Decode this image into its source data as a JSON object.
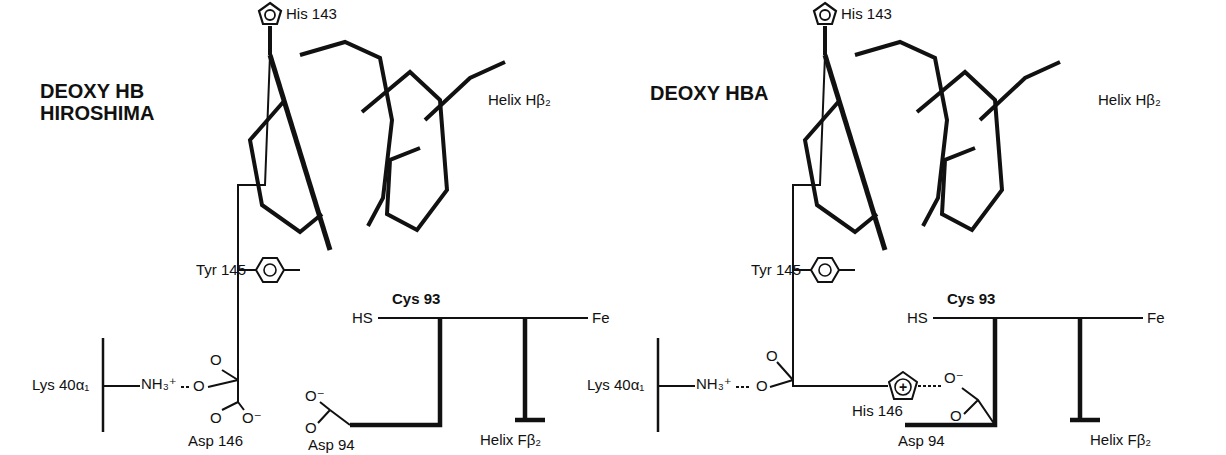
{
  "diagram": {
    "nodes": [
      {
        "text": [
          "+"
        ]
      }
    ],
    "labels": [
      "DEOXY HB HIROSHIMA",
      "His 143",
      "Helix Hβ₂",
      "Tyr 145",
      "Cys 93",
      "HS",
      "Fe",
      "Lys 40α₁",
      "NH₃⁺",
      "O",
      "O",
      "O",
      "O⁻",
      "Asp 146",
      "O⁻",
      "O",
      "Asp 94",
      "Helix Fβ₂",
      "DEOXY HBA",
      "His 143",
      "Helix Hβ₂",
      "Tyr 145",
      "Cys 93",
      "HS",
      "Fe",
      "Lys 40α₁",
      "NH₃⁺",
      "O",
      "O",
      "His 146",
      "O⁻",
      "O",
      "Asp 94",
      "Helix Fβ₂"
    ]
  }
}
